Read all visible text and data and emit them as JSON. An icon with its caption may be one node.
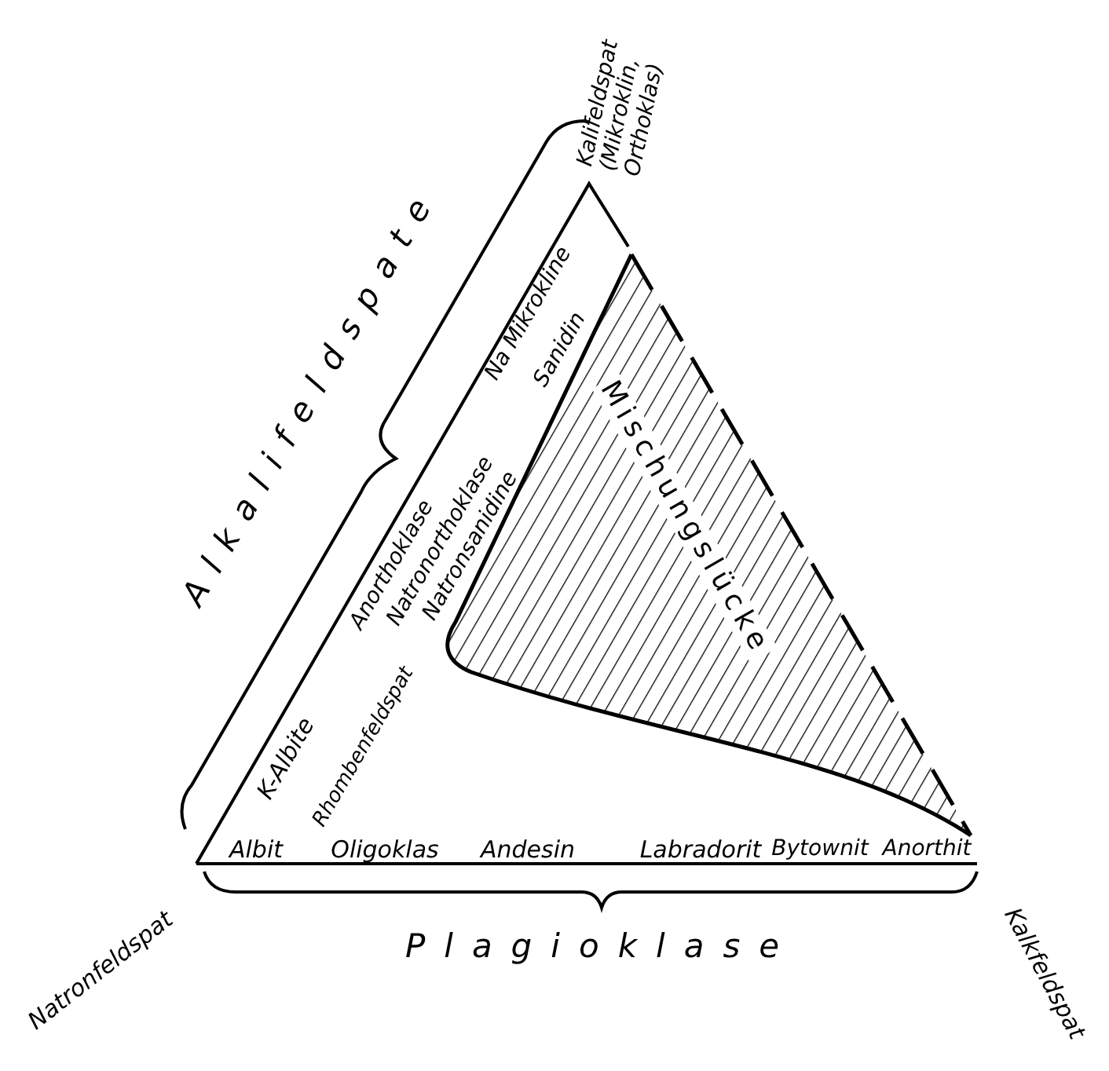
{
  "diagram": {
    "nodes": [
      {
        "text": [
          "Mischungslücke"
        ]
      }
    ],
    "labels": [
      "Kalifeldspat (Mikroklin, Orthoklas)",
      "Alkalifeldspate",
      "Na Mikrokline",
      "Sanidin",
      "Anorthoklase",
      "Natronorthoklase",
      "Natronsanidine",
      "K-Albite",
      "Rhombenfeldspat",
      "Albit",
      "Oligoklas",
      "Andesin",
      "Labradorit",
      "Bytownit",
      "Anorthit",
      "Natronfeldspat",
      "Plagioklase",
      "Kalkfeldspat"
    ]
  }
}
